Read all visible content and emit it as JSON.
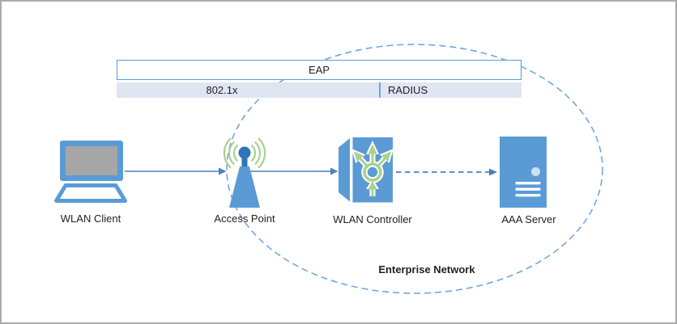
{
  "diagram": {
    "protocol_layers": {
      "eap": "EAP",
      "dot1x": "802.1x",
      "radius": "RADIUS"
    },
    "nodes": [
      {
        "label": "WLAN Client",
        "icon": "laptop-icon"
      },
      {
        "label": "Access Point",
        "icon": "antenna-icon"
      },
      {
        "label": "WLAN Controller",
        "icon": "controller-icon"
      },
      {
        "label": "AAA Server",
        "icon": "server-icon"
      }
    ],
    "boundary": {
      "label": "Enterprise Network"
    },
    "connectors": [
      {
        "from": "WLAN Client",
        "to": "Access Point",
        "style": "solid-arrow"
      },
      {
        "from": "Access Point",
        "to": "WLAN Controller",
        "style": "solid-arrow"
      },
      {
        "from": "WLAN Controller",
        "to": "AAA Server",
        "style": "dashed-arrow"
      }
    ],
    "colors": {
      "node_blue": "#5b9bd5",
      "dark_blue": "#2e75b6",
      "wave_green": "#a9d18e",
      "connector_blue": "#4b80bd",
      "boundary_blue": "#71a7dd",
      "band_fill": "#e0e5f2",
      "screen_gray": "#a6a6a6"
    }
  }
}
